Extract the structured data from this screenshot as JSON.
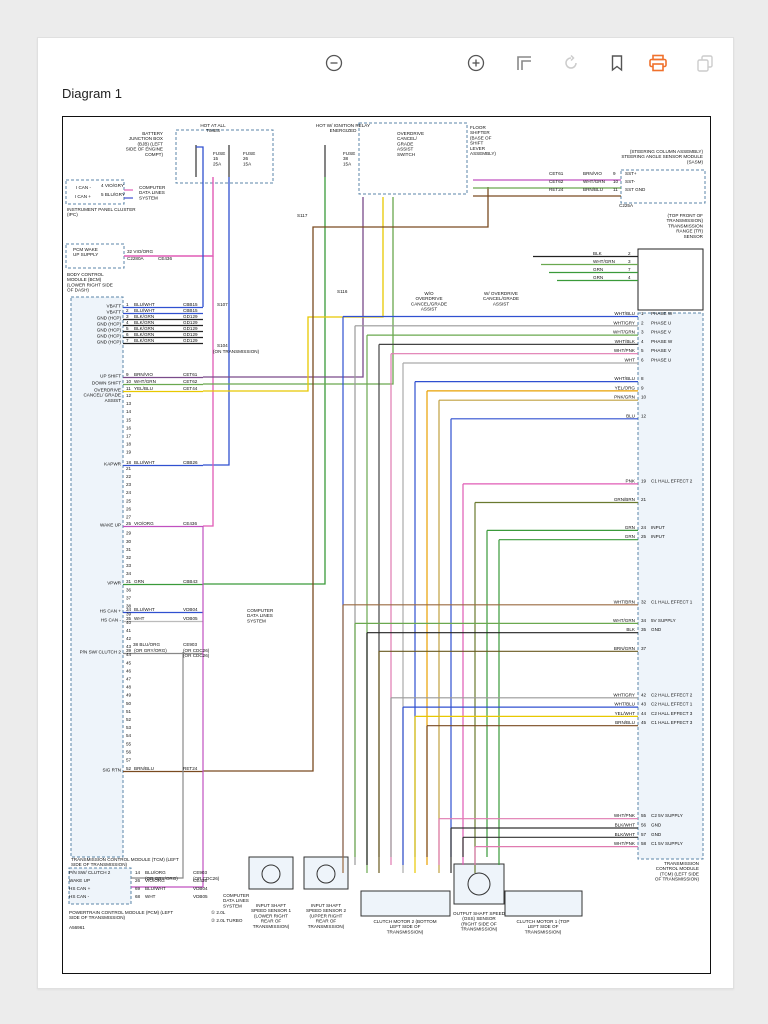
{
  "toolbar": {
    "zoom_out": "zoom-out-icon",
    "zoom_in": "zoom-in-icon",
    "fit": "fit-page-icon",
    "rotate": "rotate-icon",
    "bookmark": "bookmark-icon",
    "print": "print-icon",
    "copy": "copy-icon",
    "print_color": "#f0712c"
  },
  "title": "Diagram 1",
  "diagram": {
    "top_labels": {
      "battery_box": "BATTERY JUNCTION BOX (BJB) (LEFT SIDE OF ENGINE COMPT)",
      "hot_at": "HOT AT ALL TIMES",
      "hot_ign": "HOT W/ IGNITION RELAY ENERGIZED",
      "fuse15": "FUSE 15 25A",
      "fuse26": "FUSE 26 15A",
      "fuse38": "FUSE 38 15A",
      "od_switch": "OVERDRIVE CANCEL/ GRADE ASSIST SWITCH",
      "floor_shifter": "FLOOR SHIFTER (BASE OF SHIFT LEVER ASSEMBLY)",
      "sasm": "(STEERING COLUMN ASSEMBLY) STEERING ANGLE SENSOR MODULE (SASM)",
      "tr_sensor": "(TOP FRONT OF TRANSMISSION) TRANSMISSION RANGE (TR) SENSOR",
      "w_od": "W/ OVERDRIVE CANCEL/GRADE ASSIST",
      "wo_od": "W/O OVERDRIVE CANCEL/GRADE ASSIST"
    },
    "ipc": {
      "can_minus": "I CAN -",
      "can_plus": "I CAN +",
      "wire4": "4",
      "wire4_color": "VIO/GRY",
      "wire5": "5",
      "wire5_color": "BLU/GRY",
      "computer": "COMPUTER DATA LINES SYSTEM",
      "name": "INSTRUMENT PANEL CLUSTER (IPC)"
    },
    "bcm": {
      "pcm_wake": "PCM WAKE UP SUPPLY",
      "pin": "32",
      "color": "VIO/ORG",
      "conn": "C2280A",
      "circuit": "CE436",
      "name": "BODY CONTROL MODULE (BCM) (LOWER RIGHT SIDE OF DASH)"
    },
    "tcm_left_pins": [
      {
        "label": "VBATT",
        "pin": "1",
        "color": "BLU/WHT",
        "circ": "CBB15"
      },
      {
        "label": "VBATT",
        "pin": "2",
        "color": "BLU/WHT",
        "circ": "CBB15"
      },
      {
        "label": "GND (HCP)",
        "pin": "3",
        "color": "BLK/GRN",
        "circ": "GD129"
      },
      {
        "label": "GND (HCP)",
        "pin": "4",
        "color": "BLK/GRN",
        "circ": "GD129"
      },
      {
        "label": "GND (HCP)",
        "pin": "5",
        "color": "BLK/GRN",
        "circ": "GD129"
      },
      {
        "label": "GND (HCP)",
        "pin": "6",
        "color": "BLK/GRN",
        "circ": "GD129"
      },
      {
        "label": "GND (HCP)",
        "pin": "7",
        "color": "BLK/GRN",
        "circ": "GD129"
      },
      {
        "label": "UP SHIFT",
        "pin": "9",
        "color": "BRN/VIO",
        "circ": "CET61"
      },
      {
        "label": "DOWN SHIFT",
        "pin": "10",
        "color": "WHT/GRN",
        "circ": "CET62"
      },
      {
        "label": "OVERDRIVE CANCEL/ GRADE ASSIST",
        "pin": "11",
        "color": "YEL/BLU",
        "circ": "CET44"
      },
      {
        "label": "KAPWR",
        "pin": "18",
        "color": "BLU/WHT",
        "circ": "CBB26"
      },
      {
        "label": "WAKE UP",
        "pin": "25",
        "color": "VIO/ORG",
        "circ": "CE436"
      },
      {
        "label": "VPWR",
        "pin": "31",
        "color": "GRN",
        "circ": "CBB43"
      },
      {
        "label": "HS CAN +",
        "pin": "34",
        "color": "BLU/WHT",
        "circ": "VDB04"
      },
      {
        "label": "HS CAN -",
        "pin": "35",
        "color": "WHT",
        "circ": "VDB05"
      },
      {
        "label": "P/N SW/ CLUTCH 2",
        "pin": "39",
        "color": "(OR GRY/ORG)",
        "circ": "(OR CDC26)"
      },
      {
        "label": "SIG RTN",
        "pin": "52",
        "color": "BRN/BLU",
        "circ": "RET24"
      }
    ],
    "tcm_pin38": {
      "pin": "38",
      "color": "BLU/ORG",
      "circ": "CE903"
    },
    "s_points": [
      "S107",
      "S104",
      "S117",
      "S116"
    ],
    "on_trans": "(ON TRANSMISSION)",
    "connectors": [
      "C136",
      "C134",
      "C1750A",
      "C1750B",
      "C2280A",
      "C1750B",
      "C1281B",
      "C225A"
    ],
    "computer_data": "COMPUTER DATA LINES SYSTEM",
    "tcm_name": "TRANSMISSION CONTROL MODULE (TCM) (LEFT SIDE OF TRANSMISSION)",
    "tcm_name_right": "TRANSMISSION CONTROL MODULE (TCM) (LEFT SIDE OF TRANSMISSION)",
    "pcm": {
      "rows": [
        {
          "label": "P/N SW/ CLUTCH 2",
          "pin": "14",
          "color": "BLU/ORG",
          "circ": "CE903"
        },
        {
          "label": "WAKE UP",
          "pin": "26",
          "color": "VIO/ORG",
          "circ": "CE436"
        },
        {
          "label": "HS CAN +",
          "pin": "69",
          "color": "BLU/WHT",
          "circ": "VDB04"
        },
        {
          "label": "HS CAN -",
          "pin": "68",
          "color": "WHT",
          "circ": "VDB05"
        }
      ],
      "or": "(OR GRY/ORG)",
      "or2": "(OR CDC26)",
      "name": "POWERTRAIN CONTROL MODULE (PCM) (LEFT SIDE OF TRANSMISSION)",
      "note1": "2.0L",
      "note2": "2.0L TURBO",
      "fig": "A56961"
    },
    "sasm_rows": [
      {
        "circ": "CET61",
        "color": "BRN/VIO",
        "pin": "9",
        "label": "SST+"
      },
      {
        "circ": "CET62",
        "color": "WHT/GRN",
        "pin": "10",
        "label": "SST-"
      },
      {
        "circ": "RET24",
        "color": "BRN/BLU",
        "pin": "11",
        "label": "SST GND"
      }
    ],
    "tr_rows": [
      {
        "color": "BLK",
        "pin": "2"
      },
      {
        "color": "WHT/GRN",
        "pin": "3"
      },
      {
        "color": "GRN",
        "pin": "7"
      },
      {
        "color": "GRN",
        "pin": "4"
      }
    ],
    "tcm_right": [
      {
        "pin": "1",
        "color": "WHT/BLU",
        "label": "PHASE W"
      },
      {
        "pin": "2",
        "color": "WHT/GRY",
        "label": "PHASE U"
      },
      {
        "pin": "3",
        "color": "WHT/GRN",
        "label": "PHASE V"
      },
      {
        "pin": "4",
        "color": "WHT/BLK",
        "label": "PHASE W"
      },
      {
        "pin": "5",
        "color": "WHT/PNK",
        "label": "PHASE V"
      },
      {
        "pin": "6",
        "color": "WHT",
        "label": "PHASE U"
      },
      {
        "pin": "8",
        "color": "WHT/BLU",
        "label": ""
      },
      {
        "pin": "9",
        "color": "YEL/ORG",
        "label": ""
      },
      {
        "pin": "10",
        "color": "PNK/GRN",
        "label": ""
      },
      {
        "pin": "12",
        "color": "BLU",
        "label": ""
      },
      {
        "pin": "19",
        "color": "PNK",
        "label": "C1 HALL EFFECT 2"
      },
      {
        "pin": "21",
        "color": "GRN/BRN",
        "label": ""
      },
      {
        "pin": "24",
        "color": "GRN",
        "label": "INPUT"
      },
      {
        "pin": "25",
        "color": "GRN",
        "label": "INPUT"
      },
      {
        "pin": "32",
        "color": "WHT/BRN",
        "label": "C1 HALL EFFECT 1"
      },
      {
        "pin": "34",
        "color": "WHT/GRN",
        "label": "5V SUPPLY"
      },
      {
        "pin": "35",
        "color": "BLK",
        "label": "GND"
      },
      {
        "pin": "37",
        "color": "BRN/GRN",
        "label": ""
      },
      {
        "pin": "42",
        "color": "WHT/GRY",
        "label": "C2 HALL EFFECT 2"
      },
      {
        "pin": "43",
        "color": "WHT/BLU",
        "label": "C2 HALL EFFECT 1"
      },
      {
        "pin": "44",
        "color": "YEL/WHT",
        "label": "C2 HALL EFFECT 3"
      },
      {
        "pin": "45",
        "color": "BRN/BLU",
        "label": "C1 HALL EFFECT 3"
      },
      {
        "pin": "55",
        "color": "WHT/PNK",
        "label": "C2 5V SUPPLY"
      },
      {
        "pin": "56",
        "color": "BLK/WHT",
        "label": "GND"
      },
      {
        "pin": "57",
        "color": "BLK/WHT",
        "label": "GND"
      },
      {
        "pin": "58",
        "color": "WHT/PNK",
        "label": "C1 5V SUPPLY"
      }
    ],
    "sensors": {
      "iss1": "INPUT SHAFT SPEED SENSOR 1 (LOWER RIGHT REAR OF TRANSMISSION)",
      "iss2": "INPUT SHAFT SPEED SENSOR 2 (UPPER RIGHT REAR OF TRANSMISSION)",
      "cm2": "CLUTCH MOTOR 2 (BOTTOM LEFT SIDE OF TRANSMISSION)",
      "oss": "OUTPUT SHAFT SPEED (OSS) SENSOR (RIGHT SIDE OF TRANSMISSION)",
      "cm1": "CLUTCH MOTOR 1 (TOP LEFT SIDE OF TRANSMISSION)"
    }
  }
}
